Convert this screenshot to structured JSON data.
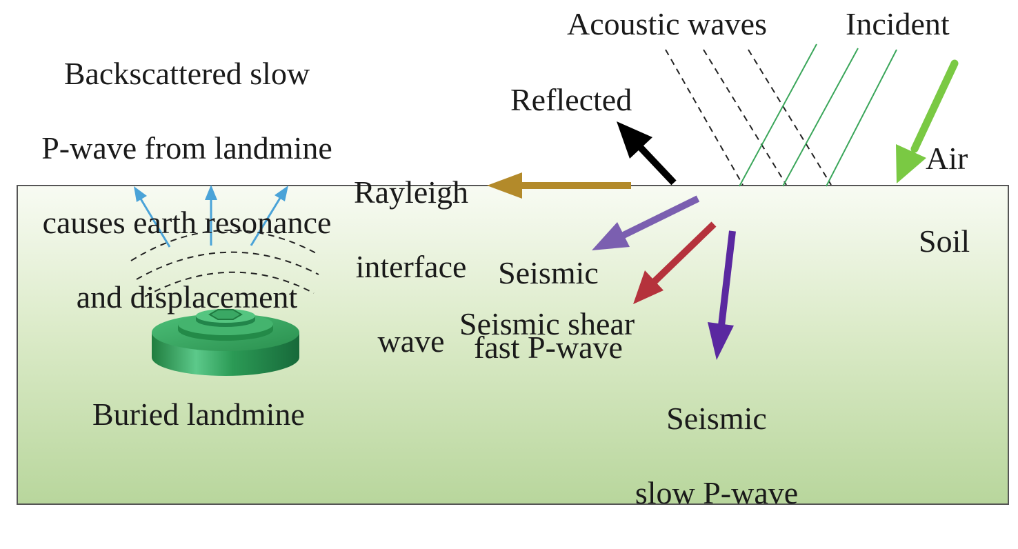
{
  "labels": {
    "acoustic_waves": "Acoustic waves",
    "incident": "Incident",
    "reflected": "Reflected",
    "air": "Air",
    "soil": "Soil",
    "backscatter_line1": "Backscattered slow",
    "backscatter_line2": "P-wave from landmine",
    "backscatter_line3": "causes earth resonance",
    "backscatter_line4": "and displacement",
    "rayleigh_line1": "Rayleigh",
    "rayleigh_line2": "interface",
    "rayleigh_line3": "wave",
    "fast_line1": "Seismic",
    "fast_line2": "fast P-wave",
    "shear": "Seismic shear",
    "slow_line1": "Seismic",
    "slow_line2": "slow P-wave",
    "landmine": "Buried landmine"
  },
  "colors": {
    "incident_arrow": "#7ac943",
    "incident_wavefront": "#3aa65a",
    "acoustic_wavefront": "#222222",
    "reflected_arrow": "#000000",
    "rayleigh_arrow": "#b38a2a",
    "fast_pwave_arrow": "#7b5fb0",
    "shear_arrow": "#b5323c",
    "slow_pwave_arrow": "#5a28a0",
    "backscatter_arrows": "#4aa3d8",
    "soil_top": "#f7faf2",
    "soil_bottom": "#b9d79e",
    "landmine": "#2f9a52"
  }
}
